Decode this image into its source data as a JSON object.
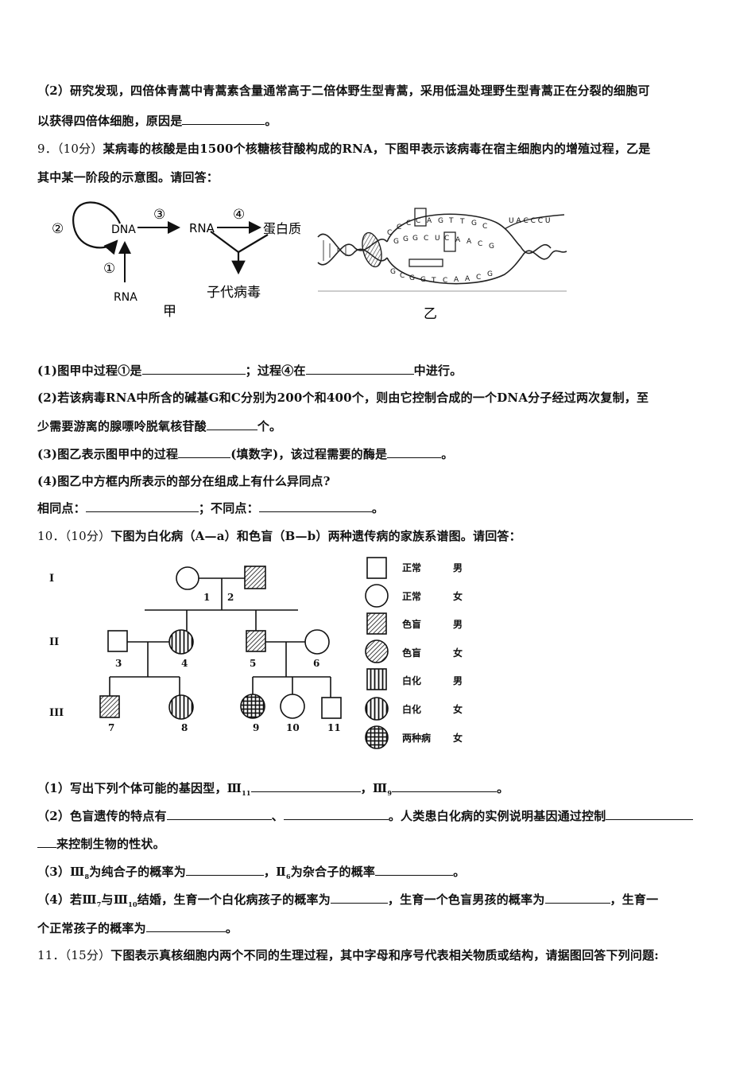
{
  "q8": {
    "line1": "（2）研究发现，四倍体青蒿中青蒿素含量通常高于二倍体野生型青蒿，采用低温处理野生型青蒿正在分裂的细胞可",
    "line2_a": "以获得四倍体细胞，原因是",
    "line2_b": "。"
  },
  "q9": {
    "num": "9．（10分）",
    "intro1": "某病毒的核酸是由1500个核糖核苷酸构成的RNA，下图甲表示该病毒在宿主细胞内的增殖过程，乙是",
    "intro2": "其中某一阶段的示意图。请回答：",
    "fig_jia": {
      "caption": "甲",
      "dna": "DNA",
      "rna_mid": "RNA",
      "protein": "蛋白质",
      "rna_bottom": "RNA",
      "offspring": "子代病毒",
      "c1": "①",
      "c2": "②",
      "c3": "③",
      "c4": "④"
    },
    "fig_yi": {
      "caption": "乙",
      "top_letters": [
        "C",
        "C",
        "C",
        "C",
        "A",
        "G",
        "T",
        "T",
        "G",
        "C"
      ],
      "mid_letters": [
        "G",
        "G",
        "G",
        "C",
        "U",
        "C",
        "A",
        "A",
        "C",
        "G"
      ],
      "bottom_letters": [
        "G",
        "C",
        "G",
        "G",
        "T",
        "C",
        "A",
        "A",
        "C",
        "G"
      ],
      "tail": "U A C C C U"
    },
    "p1_a": "(1)图甲中过程①是",
    "p1_b": "；过程④在",
    "p1_c": "中进行。",
    "p2_a": "(2)若该病毒RNA中所含的碱基G和C分别为200个和400个，则由它控制合成的一个DNA分子经过两次复制，至",
    "p2_b": "少需要游离的腺嘌呤脱氧核苷酸",
    "p2_c": "个。",
    "p3_a": "(3)图乙表示图甲中的过程",
    "p3_b": "(填数字)，该过程需要的酶是",
    "p3_c": "。",
    "p4": "(4)图乙中方框内所表示的部分在组成上有什么异同点?",
    "p5_a": "相同点：",
    "p5_b": "；不同点：",
    "p5_c": "。"
  },
  "q10": {
    "num": "10．（10分）",
    "intro": "下图为白化病（A—a）和色盲（B—b）两种遗传病的家族系谱图。请回答：",
    "pedigree": {
      "gen": [
        "I",
        "II",
        "III"
      ],
      "ids": [
        "1",
        "2",
        "3",
        "4",
        "5",
        "6",
        "7",
        "8",
        "9",
        "10",
        "11"
      ]
    },
    "legend": [
      {
        "label": "正常",
        "sex": "男"
      },
      {
        "label": "正常",
        "sex": "女"
      },
      {
        "label": "色盲",
        "sex": "男"
      },
      {
        "label": "色盲",
        "sex": "女"
      },
      {
        "label": "白化",
        "sex": "男"
      },
      {
        "label": "白化",
        "sex": "女"
      },
      {
        "label": "两种病",
        "sex": "女"
      }
    ],
    "p1_a": "（1）写出下列个体可能的基因型，Ⅲ",
    "p1_sub1": "11",
    "p1_b": "，Ⅲ",
    "p1_sub2": "9",
    "p1_c": "。",
    "p2_a": "（2）色盲遗传的特点有",
    "p2_b": "、",
    "p2_c": "。人类患白化病的实例说明基因通过控制",
    "p2_d": "来控制生物的性状。",
    "p3_a": "（3）Ⅲ",
    "p3_sub1": "8",
    "p3_b": "为纯合子的概率为",
    "p3_c": "，Ⅱ",
    "p3_sub2": "6",
    "p3_d": "为杂合子的概率",
    "p3_e": "。",
    "p4_a": "（4）若Ⅲ",
    "p4_sub1": "7",
    "p4_b": "与Ⅲ",
    "p4_sub2": "10",
    "p4_c": "结婚，生育一个白化病孩子的概率为",
    "p4_d": "，生育一个色盲男孩的概率为",
    "p4_e": "，生育一",
    "p4_f": "个正常孩子的概率为",
    "p4_g": "。"
  },
  "q11": {
    "num": "11．（15分）",
    "intro": "下图表示真核细胞内两个不同的生理过程，其中字母和序号代表相关物质或结构，请据图回答下列问题:"
  }
}
